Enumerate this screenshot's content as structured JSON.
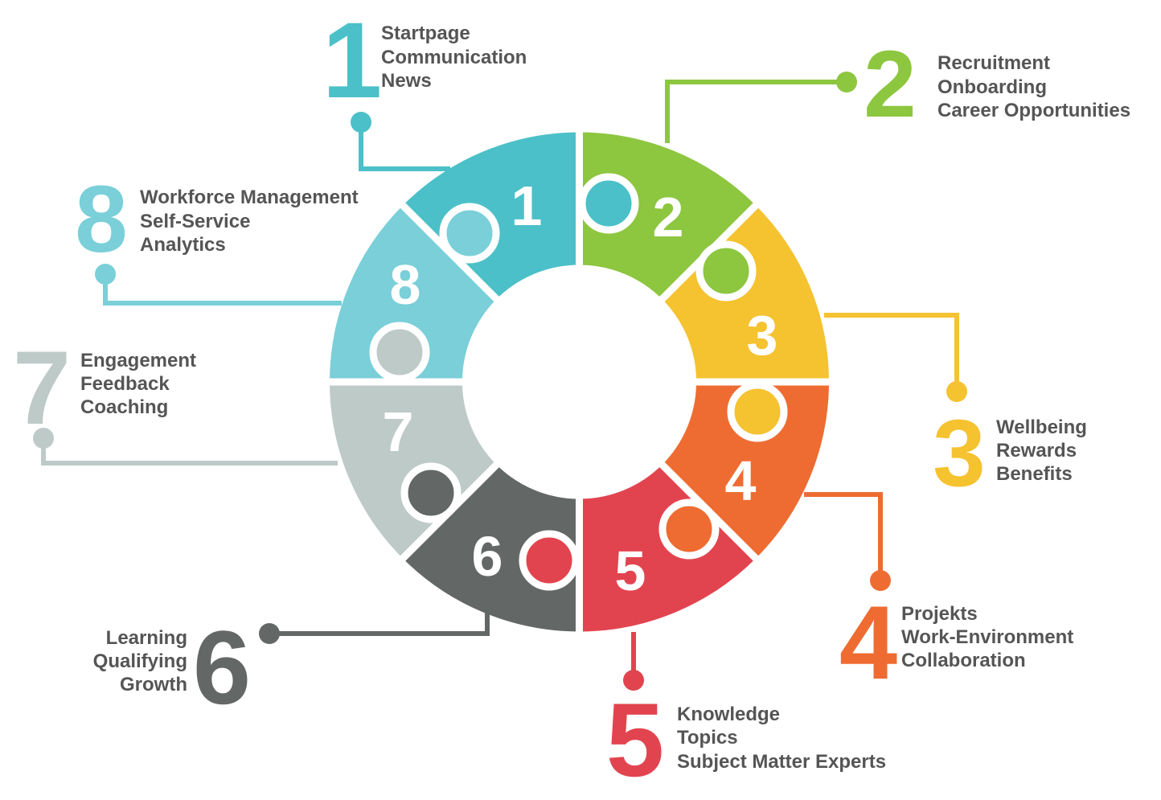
{
  "colors": {
    "1": "#4BC0C8",
    "2": "#8DC63F",
    "3": "#F5C230",
    "4": "#EE6C32",
    "5": "#E2444F",
    "6": "#636866",
    "7": "#BECAC8",
    "8": "#7ACFD9",
    "label_text": "#555555"
  },
  "segments": [
    {
      "number": "1",
      "lines": [
        "Startpage",
        "Communication",
        "News"
      ]
    },
    {
      "number": "2",
      "lines": [
        "Recruitment",
        "Onboarding",
        "Career Opportunities"
      ]
    },
    {
      "number": "3",
      "lines": [
        "Wellbeing",
        "Rewards",
        "Benefits"
      ]
    },
    {
      "number": "4",
      "lines": [
        "Projekts",
        "Work-Environment",
        "Collaboration"
      ]
    },
    {
      "number": "5",
      "lines": [
        "Knowledge",
        "Topics",
        "Subject Matter Experts"
      ]
    },
    {
      "number": "6",
      "lines": [
        "Learning",
        "Qualifying",
        "Growth"
      ]
    },
    {
      "number": "7",
      "lines": [
        "Engagement",
        "Feedback",
        "Coaching"
      ]
    },
    {
      "number": "8",
      "lines": [
        "Workforce Management",
        "Self-Service",
        "Analytics"
      ]
    }
  ]
}
